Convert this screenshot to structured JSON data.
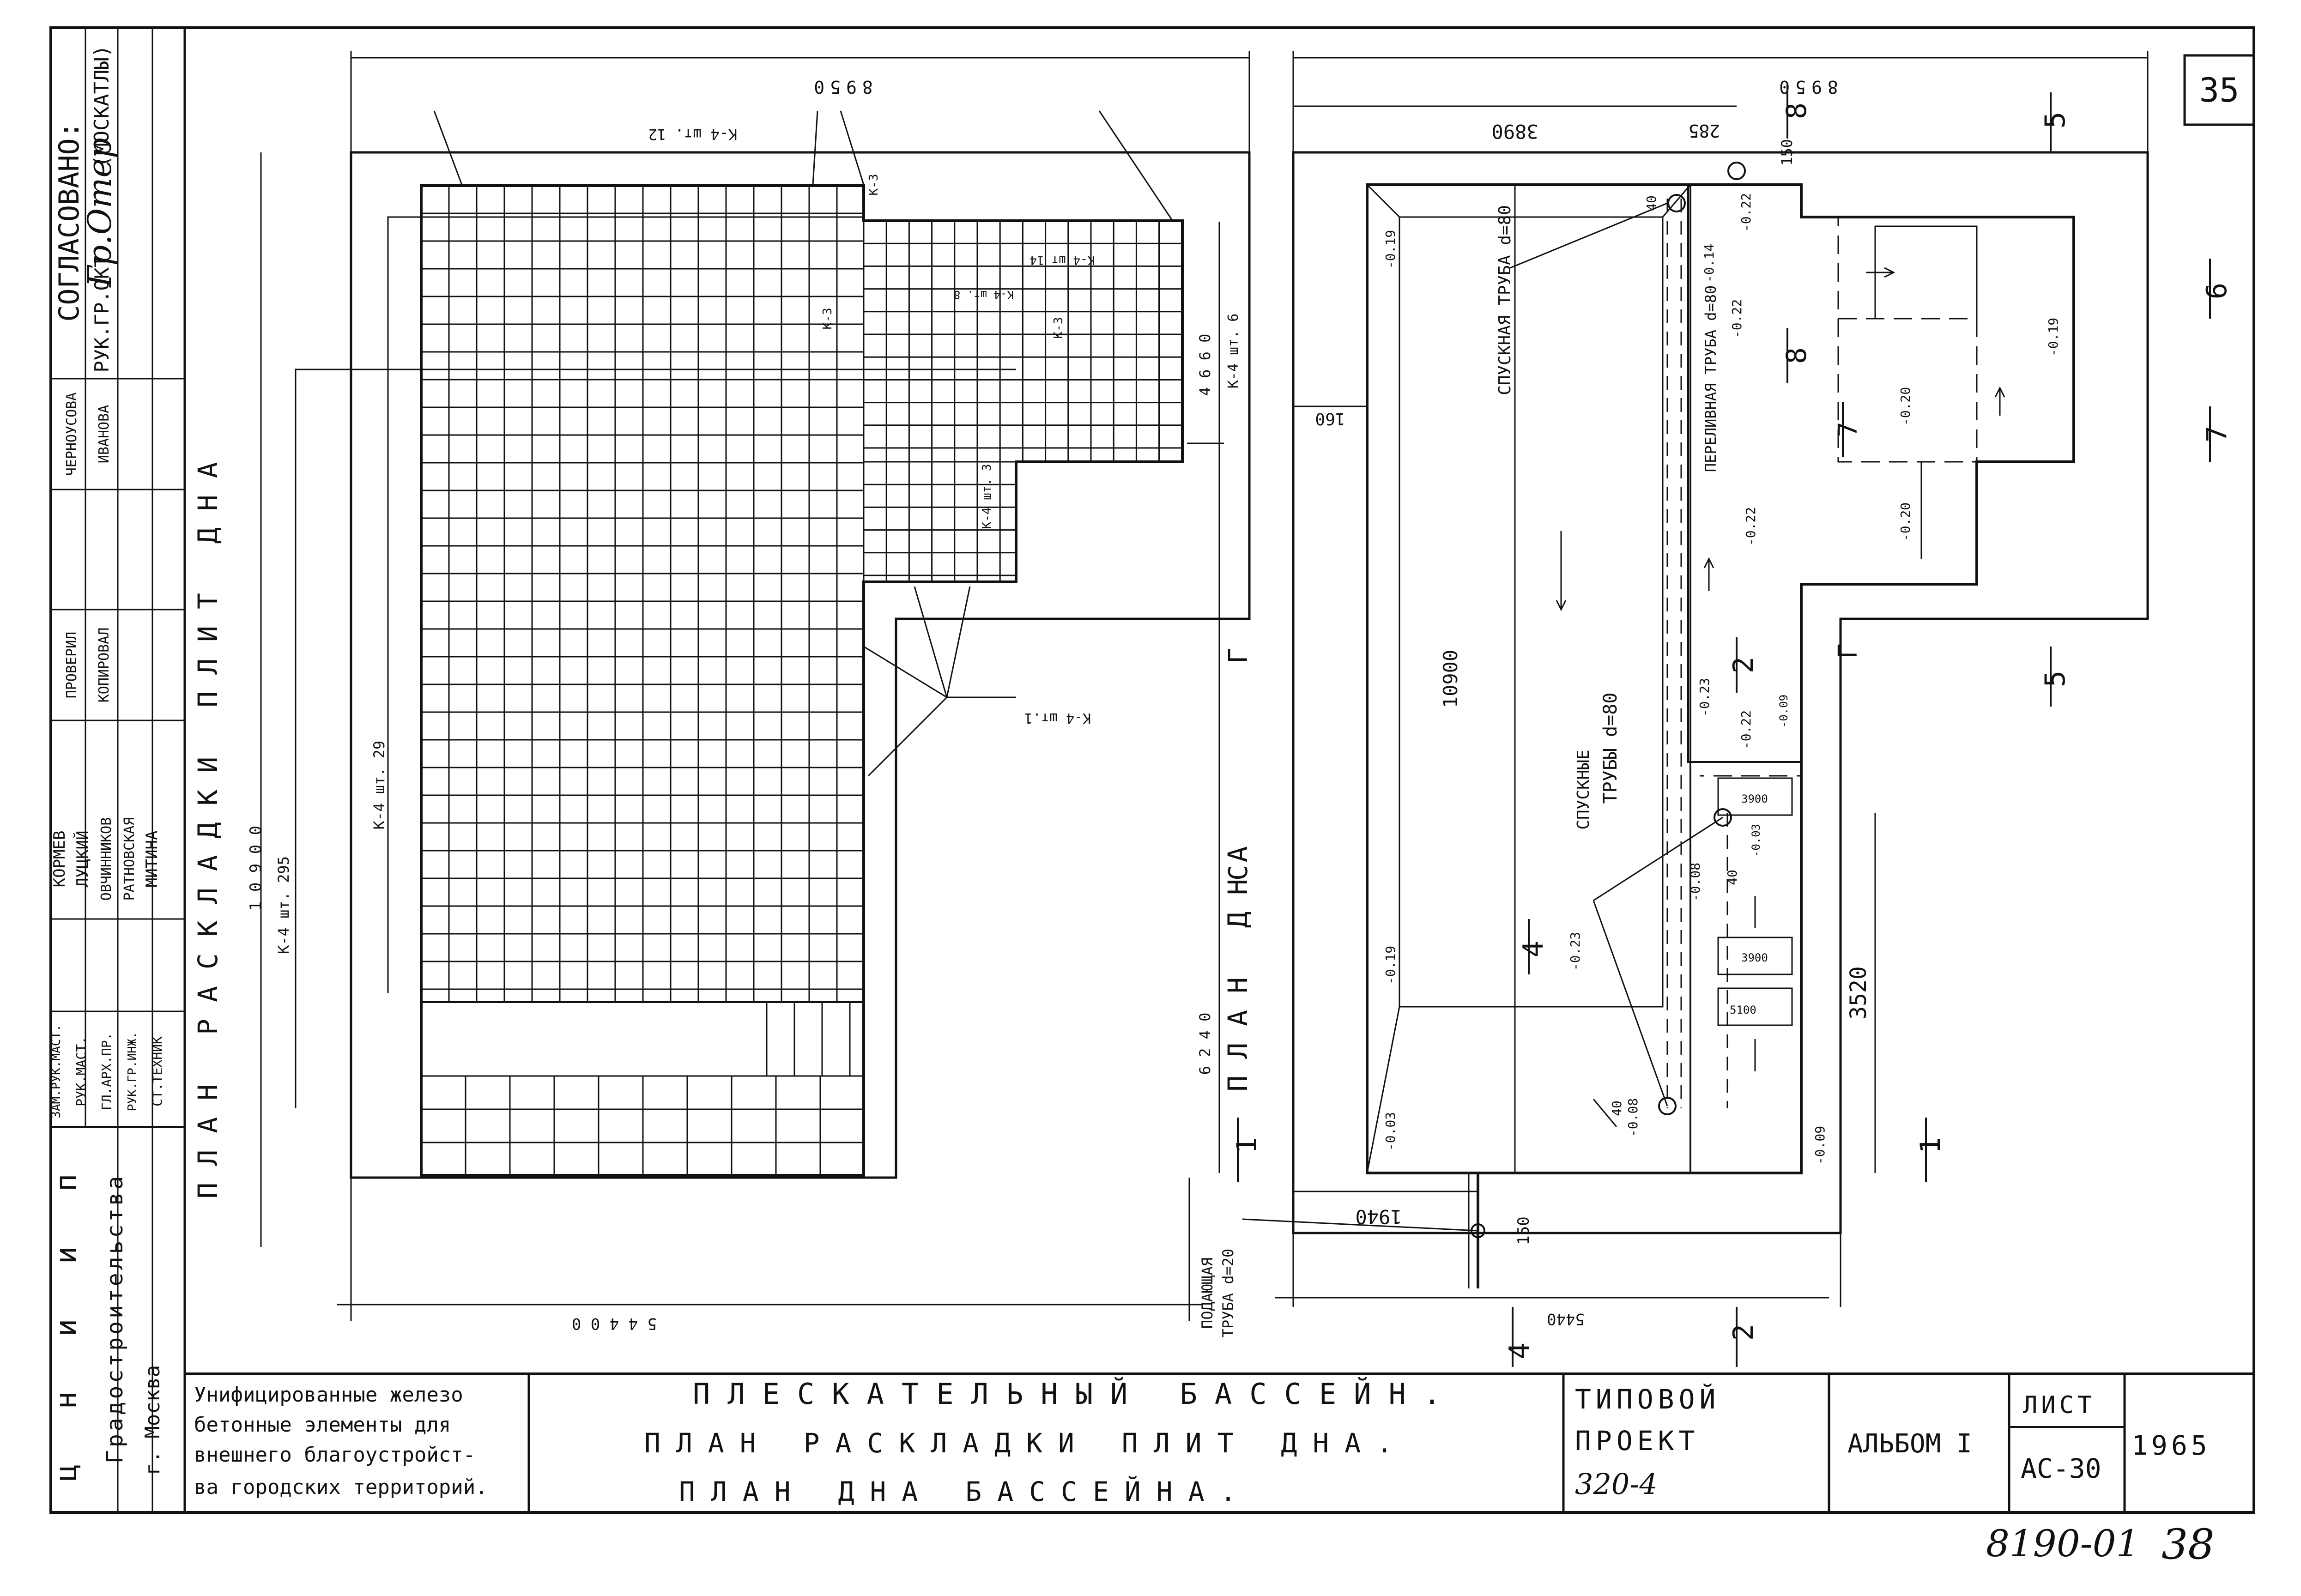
{
  "sheet_number": "35",
  "bottom_notes": {
    "archive_code": "8190-01",
    "page": "38"
  },
  "approval": {
    "title": "СОГЛАСОВАНО:",
    "org": "(МОСКАТЛЫ)",
    "role": "РУК.ГР.ОКТ",
    "signature": "Гр.Отер"
  },
  "signatures": {
    "roles": [
      "ЗАМ.РУК.МАСТ.",
      "РУК.МАСТ.",
      "ГЛ.АРХ.ПР.",
      "РУК.ГР.ИНЖ.",
      "СТ.ТЕХНИК"
    ],
    "names": [
      "КОРМЕВ",
      "ЛУЦКИЙ",
      "ОВЧИННИКОВ",
      "РАТНОВСКАЯ",
      "МИТИНА"
    ],
    "check_roles": [
      "ПРОВЕРИЛ",
      "КОПИРОВАЛ"
    ],
    "check_names": [
      "ЧЕРНОУСОВА",
      "ИВАНОВА"
    ]
  },
  "org_stamp": {
    "org": "ц н и и п",
    "org2": "Градостроительства",
    "city": "г. Москва"
  },
  "title_block": {
    "series": [
      "Унифицированные железо",
      "бетонные элементы для",
      "внешнего благоустройст-",
      "ва городских территорий."
    ],
    "title": [
      "ПЛЕСКАТЕЛЬНЫЙ БАССЕЙН.",
      "ПЛАН РАСКЛАДКИ ПЛИТ ДНА.",
      "ПЛАН ДНА БАССЕЙНА."
    ],
    "project": [
      "ТИПОВОЙ",
      "ПРОЕКТ",
      "320-4"
    ],
    "album": "АЛЬБОМ I",
    "sheet_label": "ЛИСТ",
    "sheet_code": "АС-30",
    "year": "1965"
  },
  "left_plan": {
    "title": "ПЛАН РАСКЛАДКИ ПЛИТ ДНА",
    "dim_top": "8950",
    "dim_bottom": "5 4 4 0 0",
    "dim_left": "1 0 9 0 0",
    "dim_right": "6 2 4 0",
    "dim_right_small": "4 6 6 0",
    "labels": {
      "k4_295": "К-4  шт. 295",
      "k4_29": "К-4  шт. 29",
      "k4_12": "К-4  шт. 12",
      "k4_6": "К-4  шт. 6",
      "k4_1": "К-4  шт.1",
      "k4_14": "К-4  шт 14",
      "k4_3": "К-4  шт. 3",
      "k3": "К-3",
      "k3b": "К-3",
      "k3c": "К-3",
      "k4_small": "К-4  шт. 8"
    }
  },
  "right_plan": {
    "title": "ПЛАН ДНА",
    "dim_top": "8950",
    "dim_3890": "3890",
    "dim_285": "285",
    "dim_150": "150",
    "dim_160": "160",
    "dim_10900": "10900",
    "dim_3520": "3520",
    "dim_1940": "1940",
    "dim_150b": "150",
    "dim_5440": "5440",
    "dim_40a": "40",
    "dim_40b": "40",
    "dim_40c": "40",
    "dim_3900a": "3900",
    "dim_3900b": "3900",
    "dim_5100": "5100",
    "pipe_descent": "СПУСКНАЯ ТРУБА d=80",
    "pipe_overflow": "ПЕРЕЛИВНАЯ ТРУБА d=80",
    "pipe_descent2a": "СПУСКНЫЕ",
    "pipe_descent2b": "ТРУБЫ d=80",
    "pipe_supply_a": "ПОДАЮЩАЯ",
    "pipe_supply_b": "ТРУБА d=20",
    "levels": {
      "l1": "-0.19",
      "l2": "-0.14",
      "l3": "-0.22",
      "l4": "-0.22",
      "l5": "-0.19",
      "l6": "-0.20",
      "l7": "-0.22",
      "l8": "-0.20",
      "l9": "-0.23",
      "l10": "-0.22",
      "l11": "-0.19",
      "l12": "-0.23",
      "l13": "-0.08",
      "l14": "-0.03",
      "l15": "-0.08",
      "l16": "-0.03",
      "l17": "-0.09",
      "l18": "-0.09"
    }
  },
  "section_marks": {
    "s1": "1",
    "s1b": "1",
    "s2": "2",
    "s2b": "2",
    "s4": "4",
    "s4b": "4",
    "s5": "5",
    "s5b": "5",
    "s6": "6",
    "s7": "7",
    "s7b": "7",
    "s8": "8",
    "s8b": "8",
    "sf1": "Г",
    "sf2": "Г",
    "sc": "С"
  }
}
